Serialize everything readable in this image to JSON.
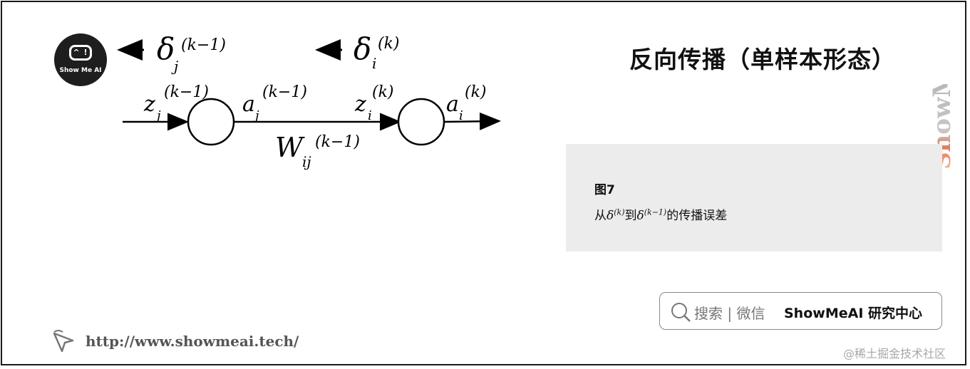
{
  "brand": {
    "logo_face": "^ !",
    "logo_text": "Show Me AI",
    "watermark": "ShowMeAI",
    "accent_orange": "#e27b5a",
    "gray": "#b8b8b8"
  },
  "title": "反向传播（单样本形态）",
  "diagram": {
    "delta_prev": "δ",
    "delta_prev_sub": "j",
    "delta_prev_sup": "(k−1)",
    "delta_cur": "δ",
    "delta_cur_sub": "i",
    "delta_cur_sup": "(k)",
    "z_prev": "z",
    "z_prev_sub": "j",
    "z_prev_sup": "(k−1)",
    "a_prev": "a",
    "a_prev_sub": "j",
    "a_prev_sup": "(k−1)",
    "z_cur": "z",
    "z_cur_sub": "i",
    "z_cur_sup": "(k)",
    "a_cur": "a",
    "a_cur_sub": "i",
    "a_cur_sup": "(k)",
    "weight": "W",
    "weight_sub": "ij",
    "weight_sup": "(k−1)"
  },
  "caption": {
    "label": "图7",
    "text_prefix": "从",
    "delta1": "δ",
    "delta1_sup": "(k)",
    "text_mid": "到",
    "delta2": "δ",
    "delta2_sup": "(k−1)",
    "text_suffix": "的传播误差"
  },
  "search": {
    "hint": "搜索 | 微信",
    "brand": "ShowMeAI 研究中心"
  },
  "footer": {
    "url": "http://www.showmeai.tech/",
    "credit": "@稀土掘金技术社区"
  }
}
